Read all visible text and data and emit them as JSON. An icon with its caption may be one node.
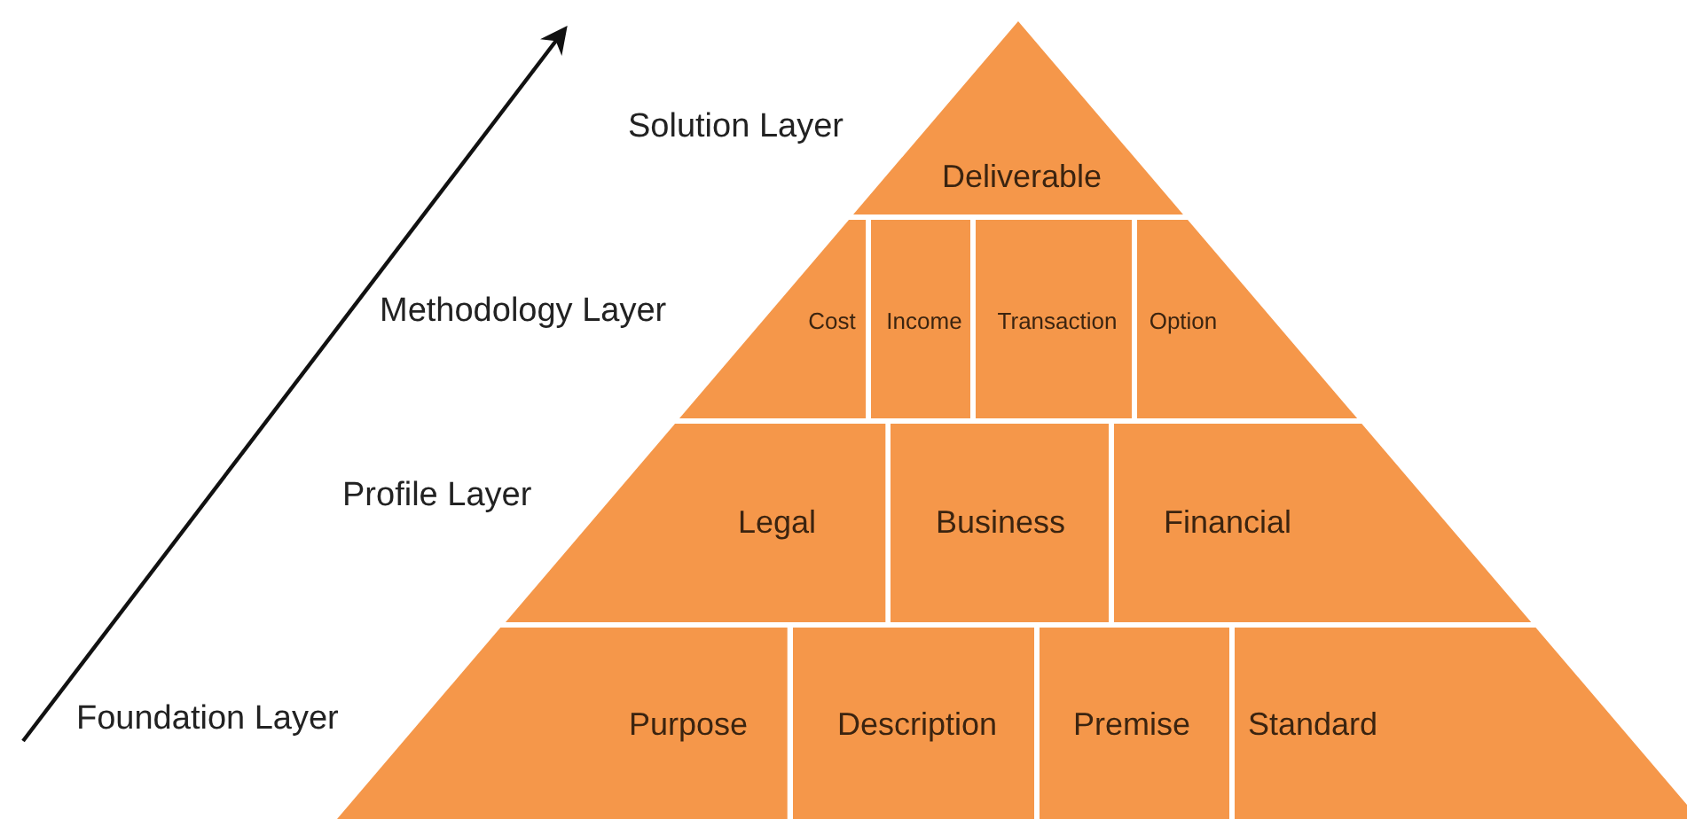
{
  "diagram": {
    "nodes": [
      {
        "text": [
          "Deliverable"
        ]
      },
      {
        "text": [
          "Cost"
        ]
      },
      {
        "text": [
          "Income"
        ]
      },
      {
        "text": [
          "Transaction"
        ]
      },
      {
        "text": [
          "Option"
        ]
      },
      {
        "text": [
          "Legal"
        ]
      },
      {
        "text": [
          "Business"
        ]
      },
      {
        "text": [
          "Financial"
        ]
      },
      {
        "text": [
          "Purpose"
        ]
      },
      {
        "text": [
          "Description"
        ]
      },
      {
        "text": [
          "Premise"
        ]
      },
      {
        "text": [
          "Standard"
        ]
      }
    ],
    "labels": [
      "Solution Layer",
      "Methodology Layer",
      "Profile Layer",
      "Foundation Layer"
    ]
  }
}
